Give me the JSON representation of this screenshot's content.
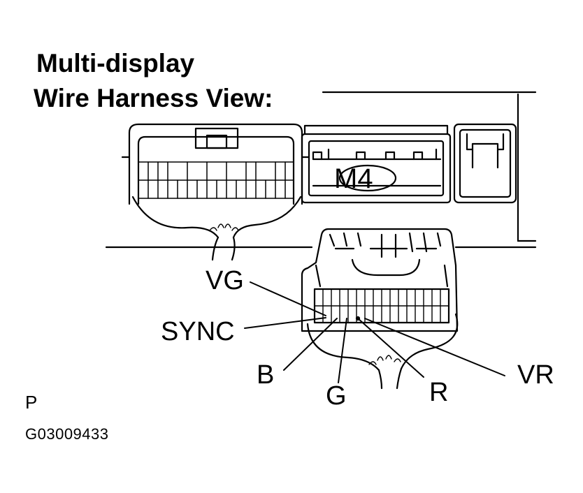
{
  "title": {
    "line1": "Multi-display",
    "line2": "Wire Harness View:"
  },
  "connector_id": "M4",
  "pins": {
    "vg": "VG",
    "sync": "SYNC",
    "b": "B",
    "g": "G",
    "r": "R",
    "vr": "VR"
  },
  "corner_letter": "P",
  "figure_code": "G03009433"
}
